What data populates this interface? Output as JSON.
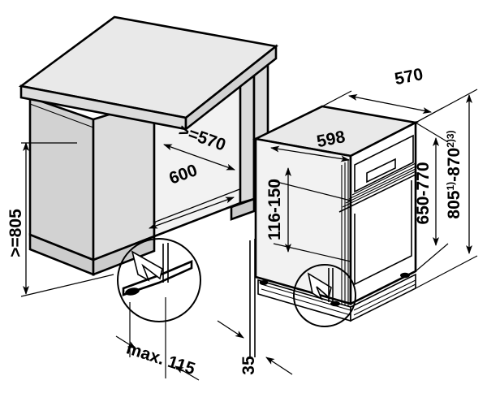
{
  "drawing": {
    "title": "Dishwasher built-under installation dimensions",
    "type": "technical-installation-diagram",
    "units": "mm",
    "background_color": "#ffffff",
    "line_color": "#000000",
    "surface_colors": {
      "top": "#e9e9e9",
      "front": "#dcdcdc",
      "side": "#d2d2d2",
      "recess": "#f2f2f2"
    }
  },
  "dimensions": {
    "niche_height": {
      "label": ">=805",
      "name": "niche-height",
      "orientation": "vertical",
      "location": "left"
    },
    "niche_depth": {
      "label": ">=570",
      "name": "niche-depth",
      "orientation": "diagonal",
      "location": "cabinet-recess"
    },
    "niche_width": {
      "label": "600",
      "name": "niche-width",
      "orientation": "diagonal",
      "location": "cabinet-front-bottom"
    },
    "appliance_depth": {
      "label": "570",
      "name": "appliance-depth",
      "orientation": "diagonal",
      "location": "appliance-top"
    },
    "appliance_width": {
      "label": "598",
      "name": "appliance-width",
      "orientation": "diagonal",
      "location": "appliance-top-front"
    },
    "panel_height": {
      "label": "116-150",
      "name": "decor-panel-height",
      "orientation": "vertical",
      "location": "appliance-left"
    },
    "door_height": {
      "label": "650-770",
      "name": "door-front-height",
      "orientation": "vertical",
      "location": "appliance-right"
    },
    "total_height": {
      "label": "805",
      "sup1": "1)",
      "dash": "-",
      "label2": "870",
      "sup2": "2)3)",
      "name": "appliance-total-height",
      "orientation": "vertical",
      "location": "far-right"
    },
    "plinth_offset": {
      "label": "35",
      "name": "plinth-recess-depth",
      "orientation": "vertical",
      "location": "appliance-bottom-left"
    },
    "plinth_max": {
      "label": "max. 115",
      "name": "plinth-max-height",
      "orientation": "horizontal",
      "location": "detail-inset-bottom"
    }
  },
  "details": [
    {
      "name": "detail-circle-cabinet-foot",
      "description": "magnified foot / plinth corner of cabinet"
    },
    {
      "name": "detail-circle-appliance-foot",
      "description": "magnified foot / plinth corner of appliance"
    }
  ],
  "objects": [
    {
      "name": "kitchen-cabinet-unit",
      "description": "worktop over base cabinet with open niche"
    },
    {
      "name": "dishwasher-appliance",
      "description": "built-under dishwasher with decor door panel"
    }
  ]
}
